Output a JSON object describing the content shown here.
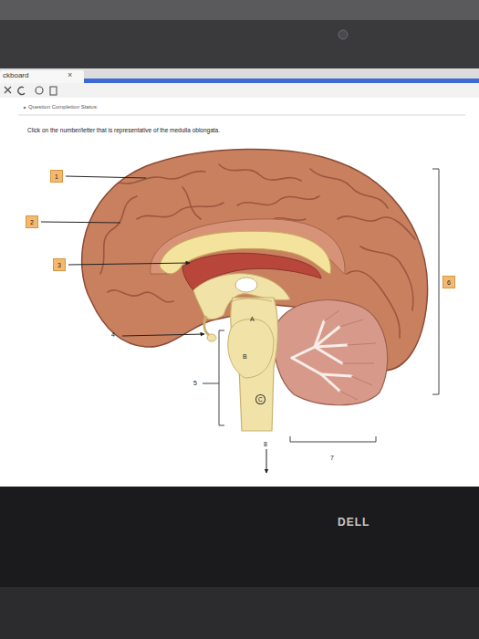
{
  "diagram": {
    "nodes": [
      {
        "text": [
          "1"
        ]
      },
      {
        "text": [
          "2"
        ]
      },
      {
        "text": [
          "3"
        ]
      },
      {
        "text": [
          "6"
        ]
      }
    ],
    "labels": [
      "ckboard",
      "×",
      "Question Completion Status:",
      "Click on the number/letter that is representative of the medulla oblongata.",
      "4",
      "A",
      "B",
      "C",
      "5",
      "8",
      "7",
      "DELL"
    ]
  }
}
